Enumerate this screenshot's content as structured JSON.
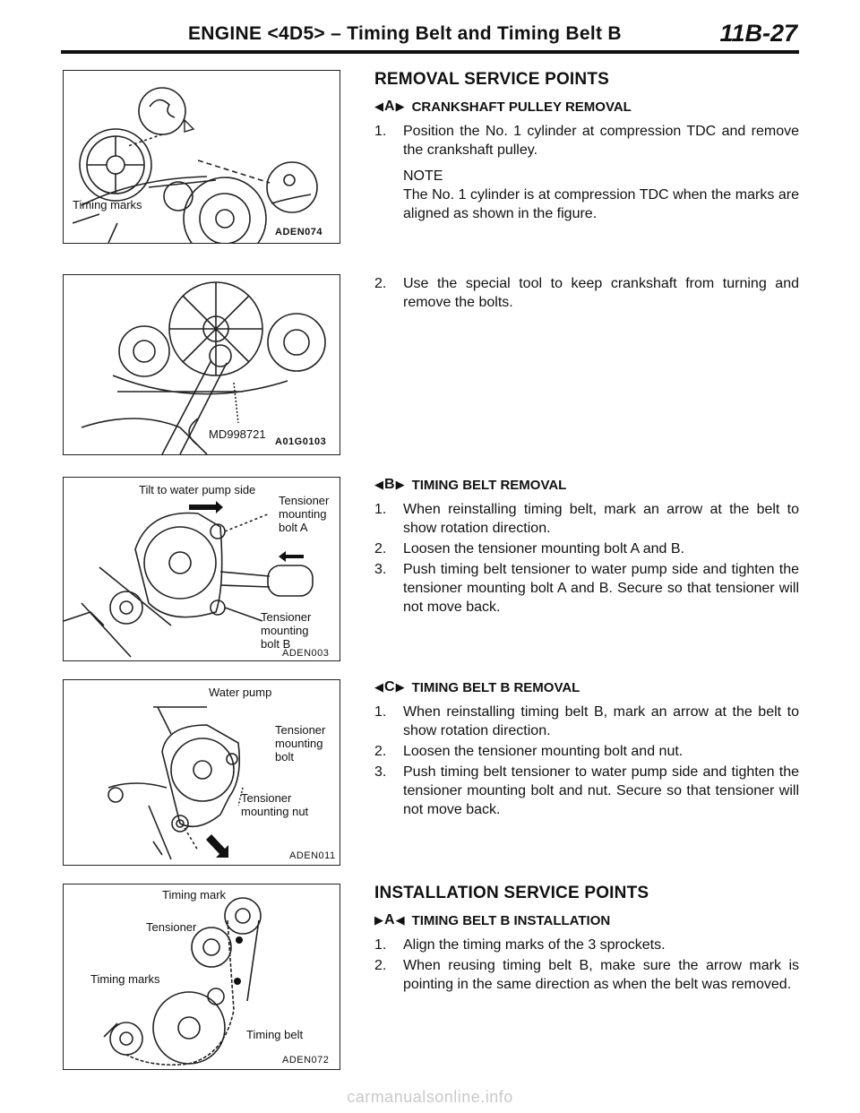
{
  "header": {
    "title": "ENGINE <4D5> – Timing Belt and Timing Belt B",
    "page_number": "11B-27"
  },
  "figures": [
    {
      "labels": [
        "Timing marks"
      ],
      "code": "ADEN074"
    },
    {
      "labels": [
        "MD998721"
      ],
      "code": "A01G0103"
    },
    {
      "labels": [
        "Tilt to water pump side",
        "Tensioner\nmounting\nbolt A",
        "Tensioner\nmounting\nbolt B"
      ],
      "code": "ADEN003"
    },
    {
      "labels": [
        "Water pump",
        "Tensioner\nmounting\nbolt",
        "Tensioner\nmounting nut"
      ],
      "code": "ADEN011"
    },
    {
      "labels": [
        "Timing mark",
        "Tensioner",
        "Timing marks",
        "Timing belt"
      ],
      "code": "ADEN072"
    }
  ],
  "removal": {
    "heading": "REMOVAL SERVICE POINTS",
    "a": {
      "letter": "A",
      "title": "CRANKSHAFT PULLEY REMOVAL",
      "step1": "Position the No. 1 cylinder at compression TDC and remove the crankshaft pulley.",
      "note_title": "NOTE",
      "note_text": "The No. 1 cylinder is at compression TDC when the marks are aligned as shown in the figure.",
      "step2": "Use the special tool to keep crankshaft from turning and remove the bolts."
    },
    "b": {
      "letter": "B",
      "title": "TIMING BELT REMOVAL",
      "steps": [
        "When reinstalling timing belt, mark an arrow at the belt to show rotation direction.",
        "Loosen the tensioner mounting bolt A and B.",
        "Push timing belt tensioner to water pump side and tighten the tensioner mounting bolt A and B. Secure so that tensioner will not move back."
      ]
    },
    "c": {
      "letter": "C",
      "title": "TIMING BELT B REMOVAL",
      "steps": [
        "When reinstalling timing belt B, mark an arrow at the belt to show rotation direction.",
        "Loosen the tensioner mounting bolt and nut.",
        "Push timing belt tensioner to water pump side and tighten the tensioner mounting bolt and nut. Secure so that tensioner will not move back."
      ]
    }
  },
  "installation": {
    "heading": "INSTALLATION SERVICE POINTS",
    "a": {
      "letter": "A",
      "title": "TIMING BELT B INSTALLATION",
      "steps": [
        "Align the timing marks of the 3 sprockets.",
        "When reusing timing belt B, make sure the arrow mark is pointing in the same direction as when the belt was removed."
      ]
    }
  },
  "step_numbers": [
    "1.",
    "2.",
    "3."
  ],
  "footer": "carmanualsonline.info"
}
